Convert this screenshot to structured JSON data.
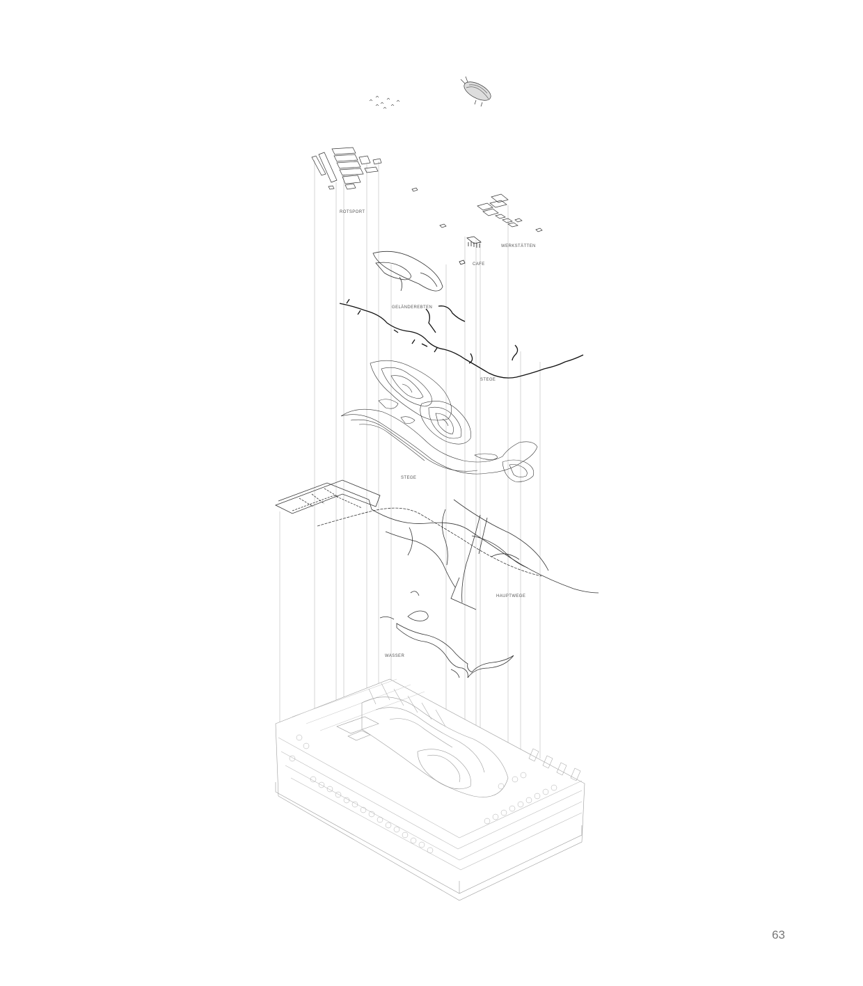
{
  "labels": {
    "l1": "ROTSPORT",
    "l2": "WERKSTÄTTEN",
    "l3": "CAFE",
    "l4": "GELÄNDEREBTEN",
    "l5": "STEGE",
    "l6": "STEGE",
    "l7": "HAUPTWEGE",
    "l8": "WASSER"
  },
  "page_number": "63",
  "colors": {
    "ink": "#222222",
    "thin": "#9a9a9a",
    "faint": "#c4c4c4"
  }
}
